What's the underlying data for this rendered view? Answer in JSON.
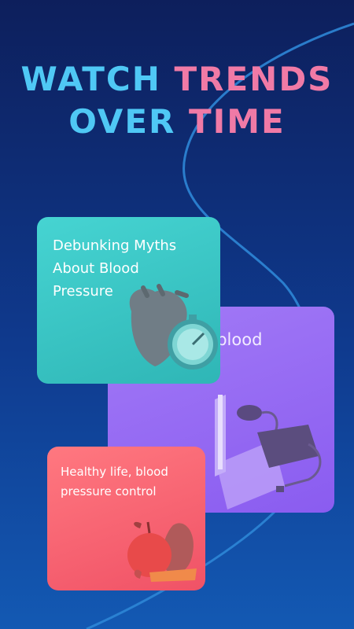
{
  "headline": {
    "line1_part1": "WATCH",
    "line1_part2": "TRENDS",
    "line2_part1": "OVER",
    "line2_part2": "TIME"
  },
  "cards": {
    "myths": {
      "title": "Debunking Myths About Blood Pressure",
      "icon": "heart-stopwatch-icon"
    },
    "about": {
      "title": "ut blood",
      "icon": "sphygmomanometer-icon"
    },
    "healthy": {
      "title": "Healthy life, blood pressure control",
      "icon": "fruit-vegetable-icon"
    }
  },
  "colors": {
    "headline_blue": "#4fc8f5",
    "headline_pink": "#f07aa6",
    "card_teal": "#3cc8c6",
    "card_purple": "#9468f3",
    "card_red": "#f75f6f"
  }
}
